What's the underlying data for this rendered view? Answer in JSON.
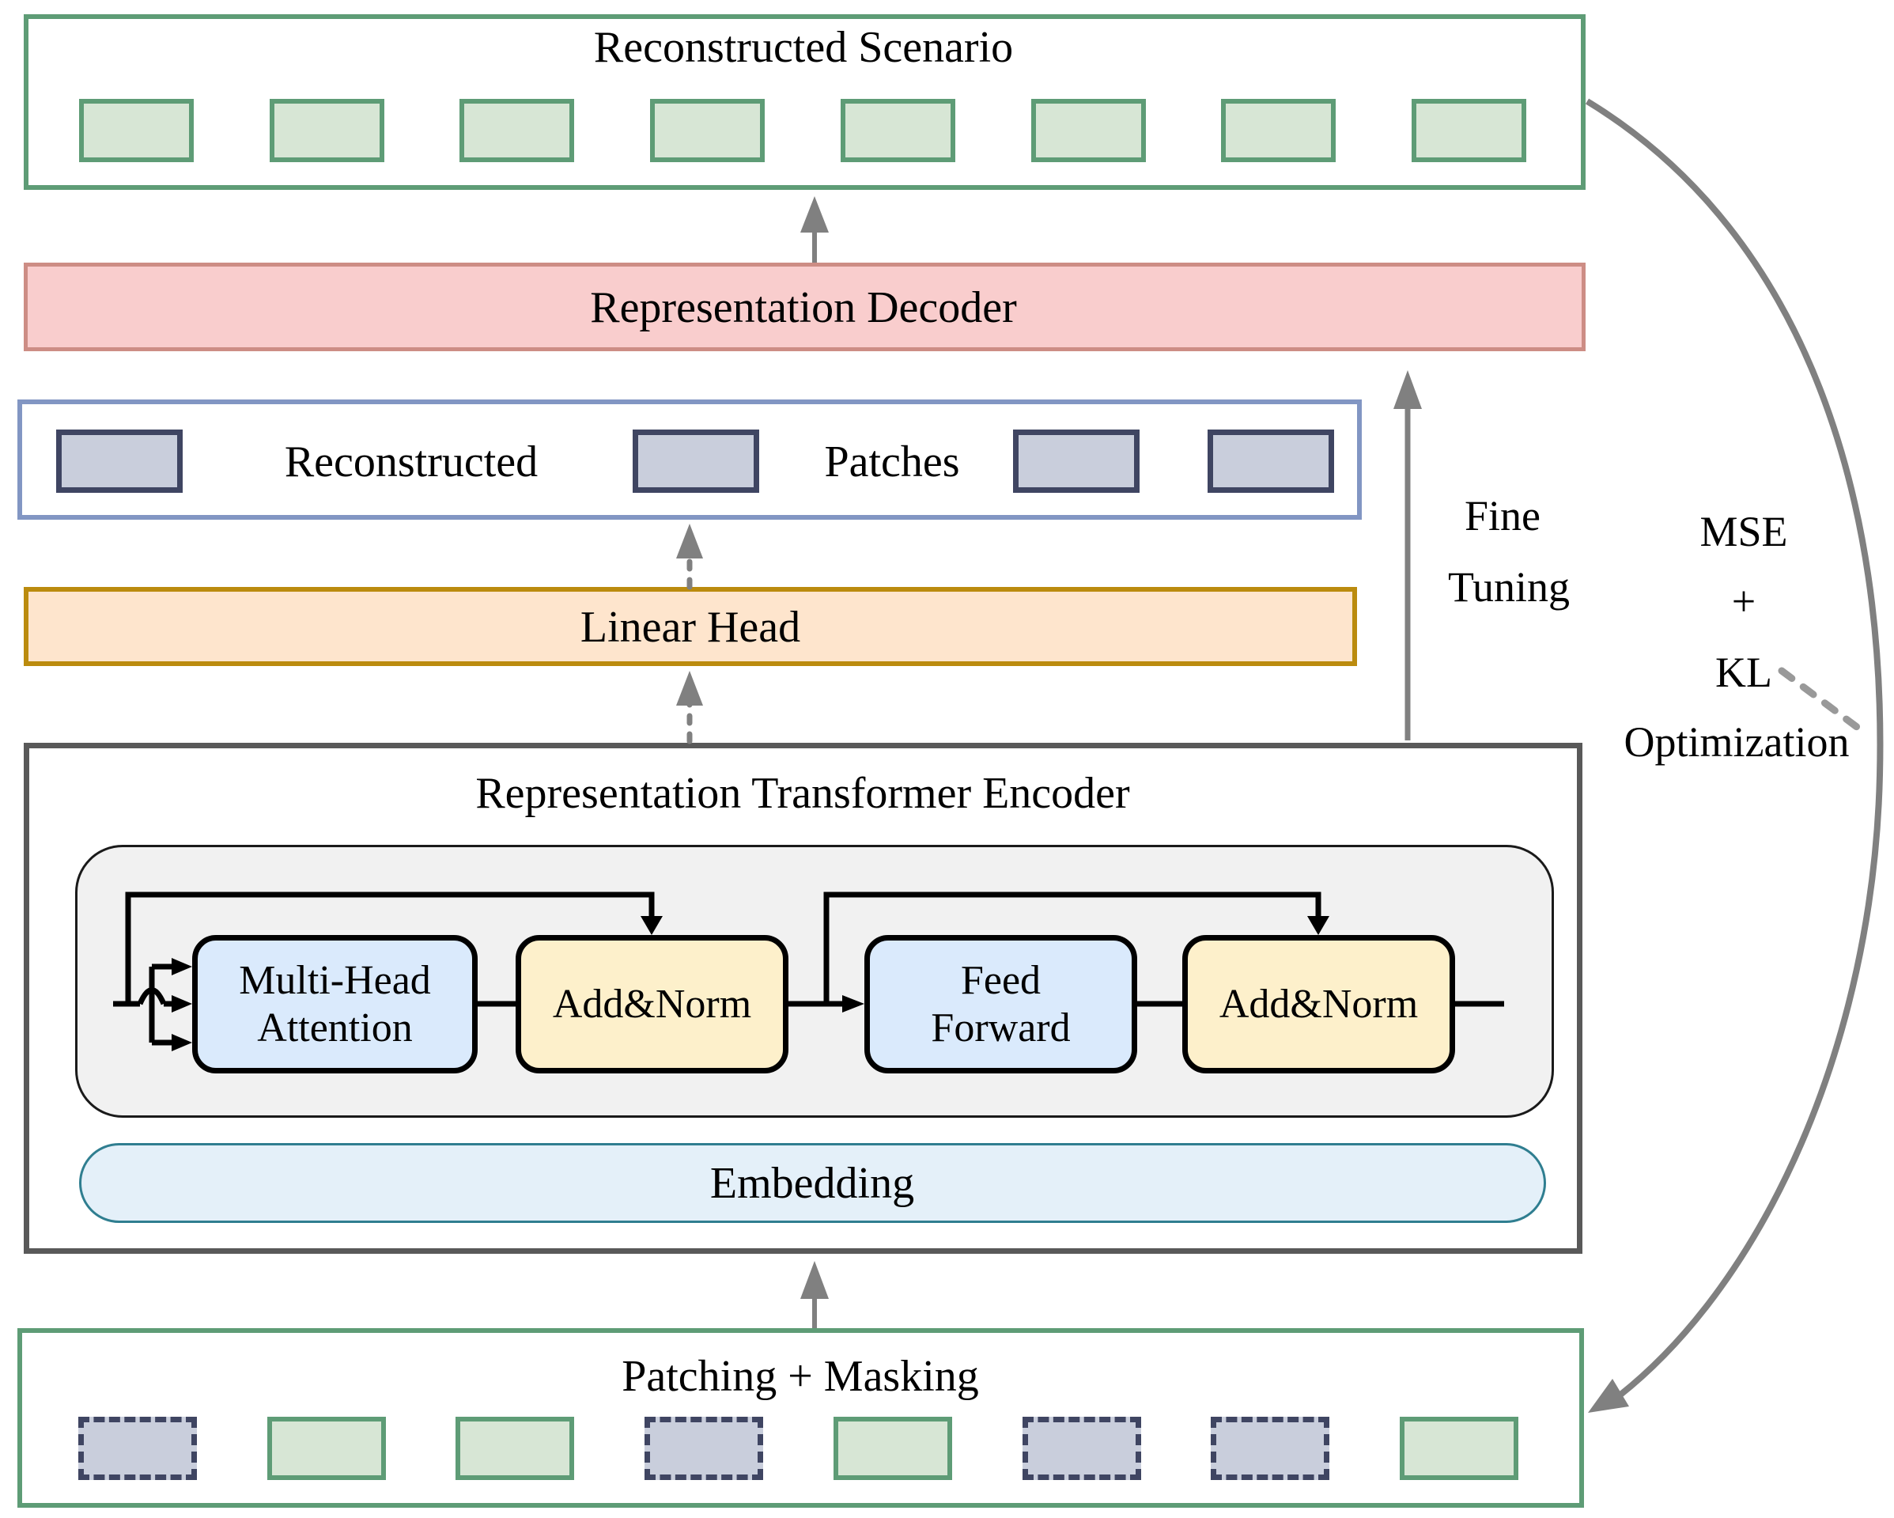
{
  "reconstructed_scenario": {
    "title": "Reconstructed Scenario",
    "patches": [
      "visible",
      "visible",
      "visible",
      "visible",
      "visible",
      "visible",
      "visible",
      "visible"
    ]
  },
  "representation_decoder": {
    "title": "Representation Decoder"
  },
  "reconstructed_patches": {
    "label_left": "Reconstructed",
    "label_right": "Patches",
    "patches": [
      "visible",
      "visible",
      "visible",
      "visible"
    ]
  },
  "linear_head": {
    "title": "Linear Head"
  },
  "encoder": {
    "title": "Representation Transformer Encoder",
    "blocks": {
      "mha_line1": "Multi-Head",
      "mha_line2": "Attention",
      "add_norm": "Add&Norm",
      "ff_line1": "Feed",
      "ff_line2": "Forward"
    },
    "embedding": "Embedding"
  },
  "patching_masking": {
    "title": "Patching + Masking",
    "patches": [
      "masked",
      "visible",
      "visible",
      "masked",
      "visible",
      "masked",
      "masked",
      "visible"
    ]
  },
  "annotations": {
    "fine_tuning_line1": "Fine",
    "fine_tuning_line2": "Tuning",
    "loss_line1": "MSE",
    "loss_line2": "+",
    "loss_line3": "KL",
    "loss_line4": "Optimization"
  },
  "colors": {
    "frame_green": "#5e9c76",
    "patch_green_fill": "#d7e6d5",
    "decoder_fill": "#f9cdcd",
    "decoder_border": "#cd8d85",
    "patches_frame_blue": "#8296c3",
    "patch_gray_fill": "#c9cedc",
    "patch_gray_border": "#3f4562",
    "linear_head_fill": "#fee5cd",
    "linear_head_border": "#bb8b0e",
    "encoder_border": "#595959",
    "inner_container_fill": "#f1f1f1",
    "block_blue_fill": "#daeafc",
    "block_yellow_fill": "#fdf0cb",
    "embedding_fill": "#e4f0f9",
    "embedding_border": "#2f7e90",
    "arrow_gray": "#808080"
  }
}
